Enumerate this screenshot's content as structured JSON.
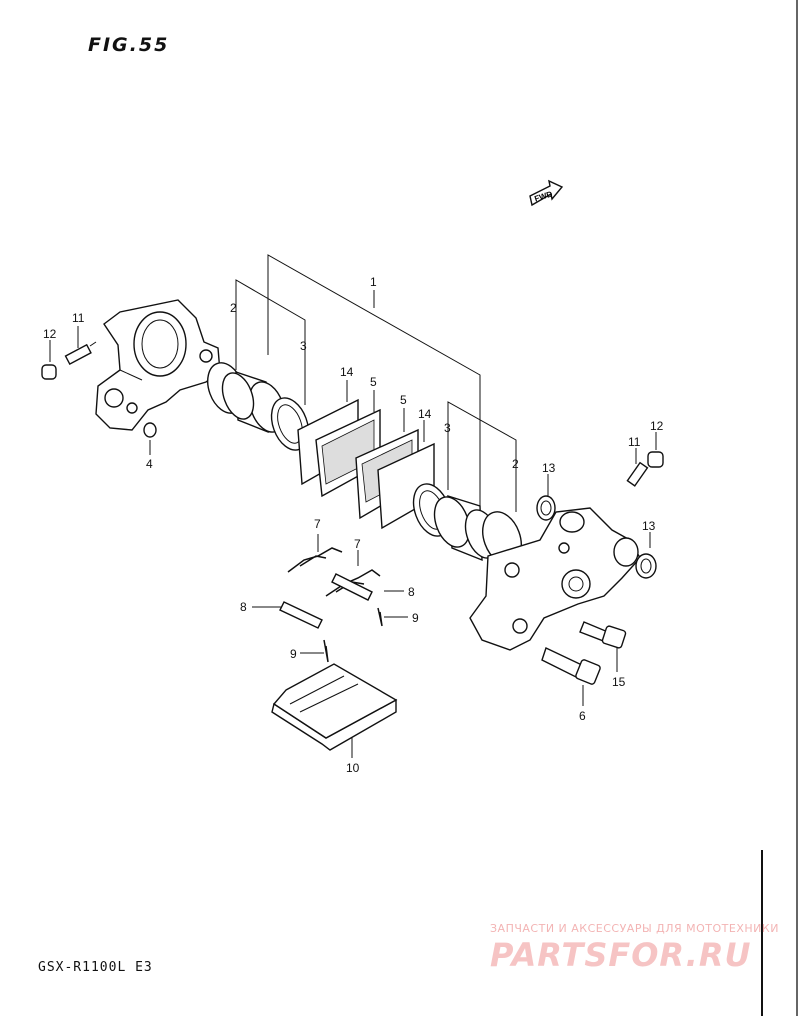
{
  "figure_title": "FIG.55",
  "model_code": "GSX-R1100L E3",
  "direction_tag": "FWD",
  "watermark": {
    "tagline": "ЗАПЧАСТИ И АКСЕССУАРЫ ДЛЯ МОТОТЕХНИКИ",
    "logo": "PARTSFOR.RU"
  },
  "callouts": {
    "c1": "1",
    "c2a": "2",
    "c2b": "2",
    "c3a": "3",
    "c3b": "3",
    "c4": "4",
    "c5a": "5",
    "c5b": "5",
    "c6": "6",
    "c7a": "7",
    "c7b": "7",
    "c8a": "8",
    "c8b": "8",
    "c9a": "9",
    "c9b": "9",
    "c10": "10",
    "c11a": "11",
    "c11b": "11",
    "c12a": "12",
    "c12b": "12",
    "c13a": "13",
    "c13b": "13",
    "c14a": "14",
    "c14b": "14",
    "c15": "15"
  }
}
